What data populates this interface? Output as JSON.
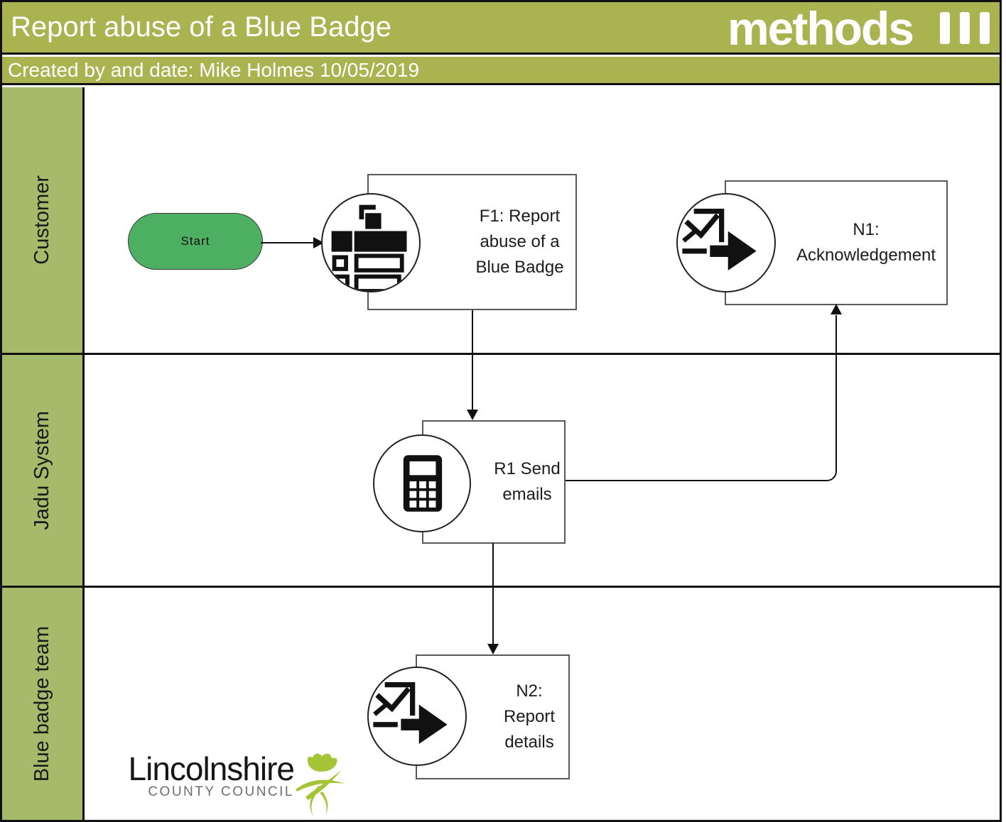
{
  "header": {
    "title": "Report abuse of a Blue Badge",
    "subtitle": "Created by and date: Mike Holmes 10/05/2019",
    "brand": "methods"
  },
  "colors": {
    "header_bg": "#a9b350",
    "lane_label_bg": "#a5ba6b",
    "start_fill": "#4daf62",
    "line_color": "#111111",
    "logo_green": "#a6c438",
    "council_gray": "#6d6e71"
  },
  "lanes": [
    {
      "label": "Customer"
    },
    {
      "label": "Jadu System"
    },
    {
      "label": "Blue badge team"
    }
  ],
  "nodes": {
    "start": {
      "label": "Start",
      "type": "start"
    },
    "f1": {
      "label": "F1: Report abuse of a Blue Badge",
      "icon": "form-icon",
      "lane": "Customer"
    },
    "n1": {
      "label": "N1: Acknowledgement",
      "icon": "email-send-icon",
      "lane": "Customer"
    },
    "r1": {
      "label": "R1 Send emails",
      "icon": "calculator-icon",
      "lane": "Jadu System"
    },
    "n2": {
      "label": "N2: Report details",
      "icon": "email-send-icon",
      "lane": "Blue badge team"
    }
  },
  "connectors": [
    {
      "from": "start",
      "to": "f1"
    },
    {
      "from": "f1",
      "to": "r1"
    },
    {
      "from": "r1",
      "to": "n1"
    },
    {
      "from": "r1",
      "to": "n2"
    }
  ],
  "footer_logo": {
    "name": "Lincolnshire",
    "sub": "COUNTY COUNCIL"
  }
}
